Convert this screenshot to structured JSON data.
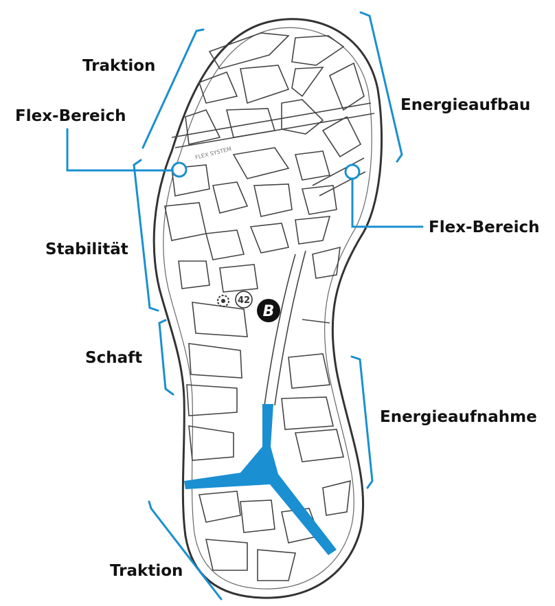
{
  "labels": {
    "traction_top": "Traktion",
    "flex_left": "Flex-Bereich",
    "energy_build": "Energieaufbau",
    "flex_right": "Flex-Bereich",
    "stability": "Stabilität",
    "shank": "Schaft",
    "energy_absorb": "Energieaufnahme",
    "traction_bottom": "Traktion"
  },
  "sole": {
    "flex_system_text": "FLEX SYSTEM",
    "size_badge": "42",
    "brand_badge": "B"
  },
  "colors": {
    "accent": "#1a8fd1",
    "outline": "#333333",
    "text": "#111111"
  }
}
